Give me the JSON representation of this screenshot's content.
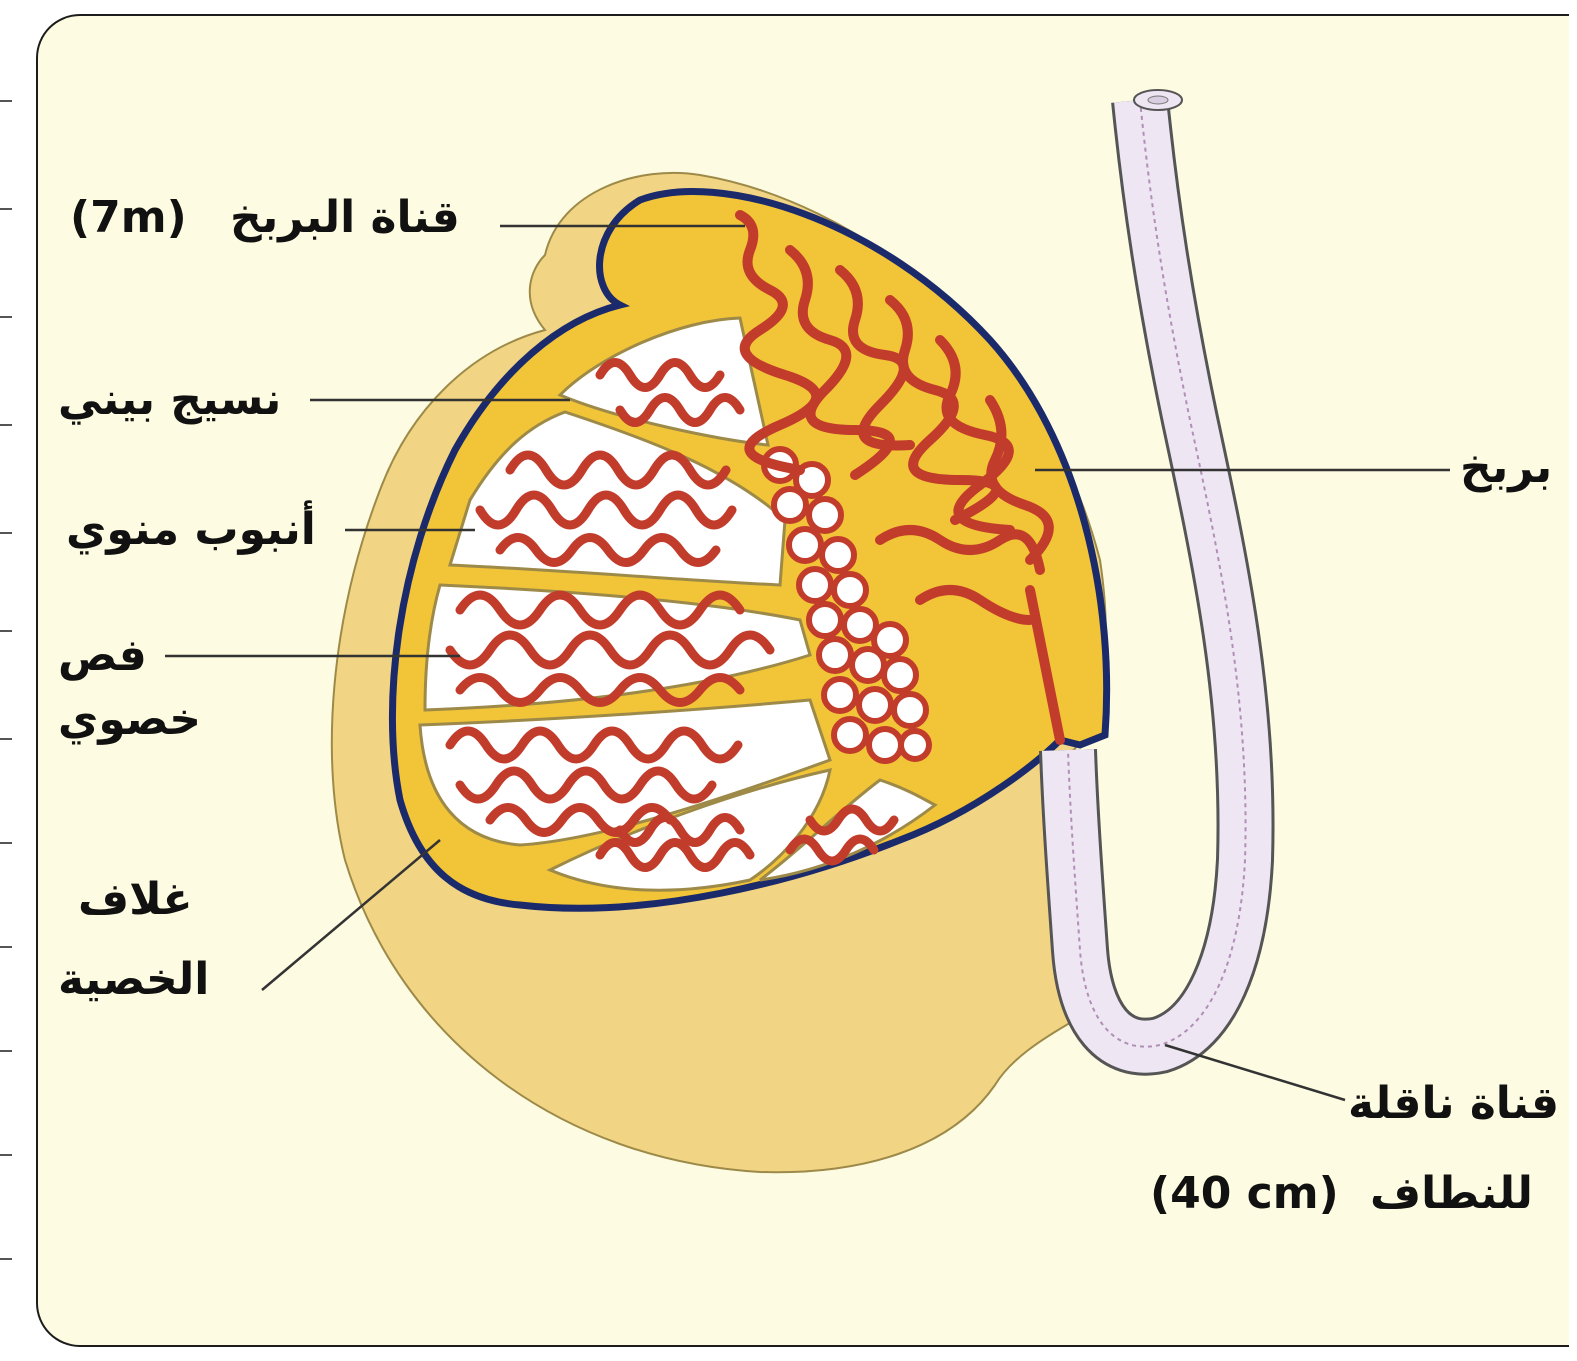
{
  "labels": {
    "epididymis_duct": "قناة البربخ",
    "epididymis_duct_length": "(7m)",
    "interstitial_tissue": "نسيج بيني",
    "seminiferous_tubule": "أنبوب منوي",
    "testicular_lobe_1": "فص",
    "testicular_lobe_2": "خصوي",
    "tunica_1": "غلاف",
    "tunica_2": "الخصية",
    "epididymis": "بربخ",
    "vas_deferens_1": "قناة ناقلة",
    "vas_deferens_2": "للنطاف",
    "vas_deferens_length": "(40 cm)"
  },
  "colors": {
    "background": "#fdfbe1",
    "outer_tissue": "#f1d584",
    "epididymis_fill": "#f2c437",
    "capsule": "#1b2a6b",
    "tubule": "#c23c2c",
    "lobule_fill": "#ffffff",
    "septa": "#e8d98a",
    "vas_deferens": "#efe6f3"
  }
}
